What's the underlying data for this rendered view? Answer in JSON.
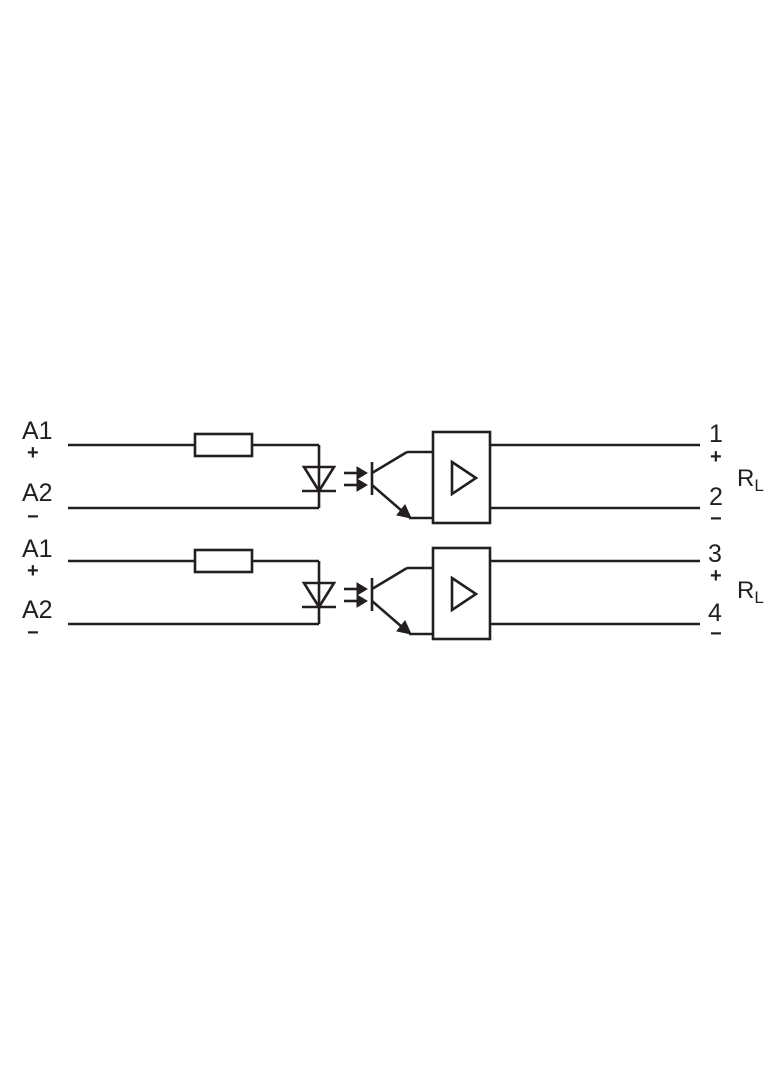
{
  "colors": {
    "line": "#231f20",
    "background": "#ffffff"
  },
  "channels": [
    {
      "input": {
        "top_label": "A1",
        "top_sign": "+",
        "bottom_label": "A2",
        "bottom_sign": "−"
      },
      "output": {
        "top_label": "1",
        "top_sign": "+",
        "bottom_label": "2",
        "bottom_sign": "−"
      },
      "load": {
        "label": "R",
        "subscript": "L"
      }
    },
    {
      "input": {
        "top_label": "A1",
        "top_sign": "+",
        "bottom_label": "A2",
        "bottom_sign": "−"
      },
      "output": {
        "top_label": "3",
        "top_sign": "+",
        "bottom_label": "4",
        "bottom_sign": "−"
      },
      "load": {
        "label": "R",
        "subscript": "L"
      }
    }
  ]
}
